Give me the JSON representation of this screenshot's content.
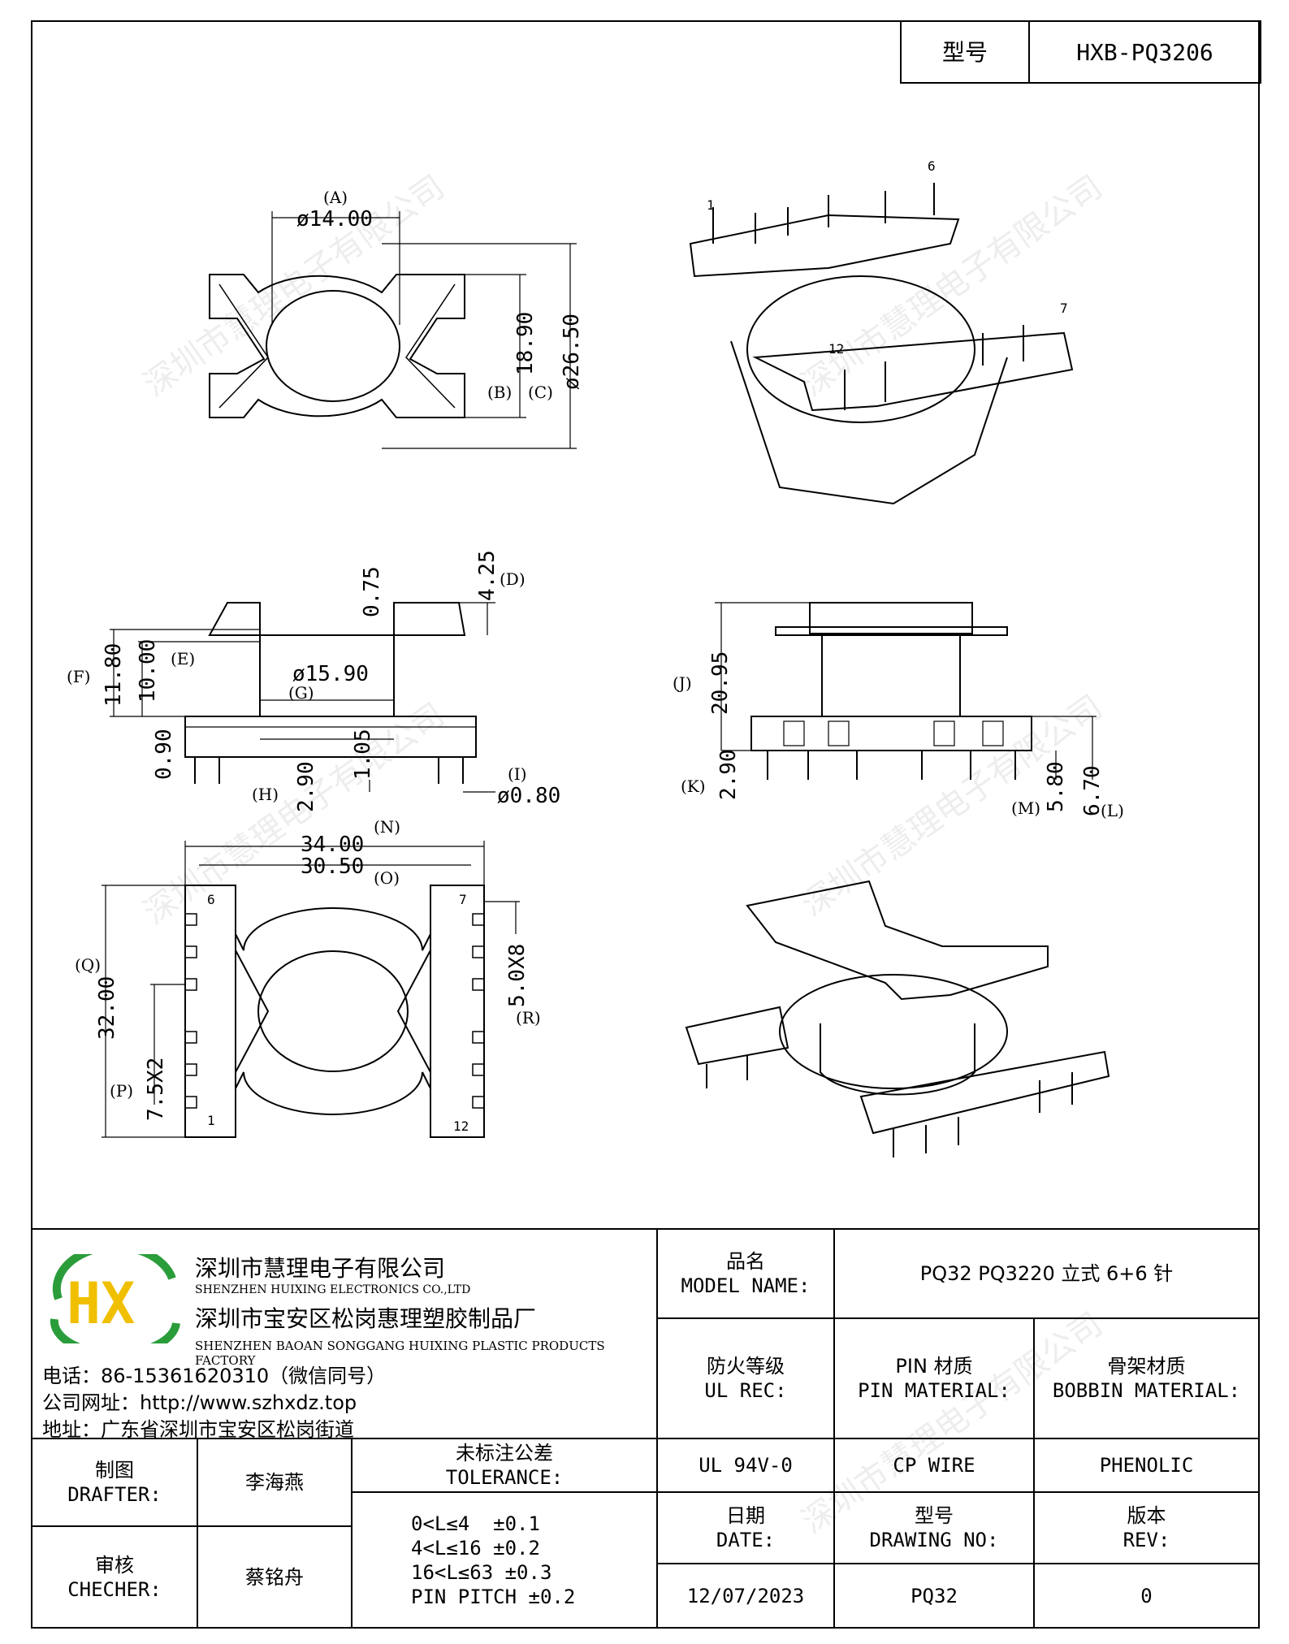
{
  "title_block_top": {
    "model_label": "型号",
    "model_value": "HXB-PQ3206"
  },
  "watermark": "深圳市慧理电子有限公司",
  "drawing": {
    "top_view": {
      "a_label": "(A)",
      "a_value": "ø14.00",
      "b_label": "(B)",
      "b_value": "18.90",
      "c_label": "(C)",
      "c_value": "ø26.50"
    },
    "front_view": {
      "d_label": "(D)",
      "d_value": "4.25",
      "top_gap": "0.75",
      "e_label": "(E)",
      "e_value": "10.00",
      "f_label": "(F)",
      "f_value": "11.80",
      "g_label": "(G)",
      "g_value": "ø15.90",
      "bottom_left": "0.90",
      "h_label": "(H)",
      "h_value": "2.90",
      "mid_value": "1.05",
      "i_label": "(I)",
      "i_value": "ø0.80"
    },
    "side_view": {
      "j_label": "(J)",
      "j_value": "20.95",
      "k_label": "(K)",
      "k_value": "2.90",
      "m_label": "(M)",
      "m_value": "5.80",
      "l_label": "(L)",
      "l_value": "6.70"
    },
    "bottom_view": {
      "n_label": "(N)",
      "n_value": "34.00",
      "o_label": "(O)",
      "o_value": "30.50",
      "q_label": "(Q)",
      "q_value": "32.00",
      "p_label": "(P)",
      "p_value": "7.5X2",
      "r_label": "(R)",
      "r_value": "5.0X8",
      "pin_6": "6",
      "pin_7": "7",
      "pin_1": "1",
      "pin_12": "12"
    },
    "iso_view": {
      "pin_1": "1",
      "pin_6": "6",
      "pin_7": "7",
      "pin_12": "12"
    }
  },
  "company": {
    "logo_text": "HX",
    "name_cn": "深圳市慧理电子有限公司",
    "name_en": "SHENZHEN HUIXING ELECTRONICS CO.,LTD",
    "factory_cn": "深圳市宝安区松岗惠理塑胶制品厂",
    "factory_en": "SHENZHEN BAOAN SONGGANG HUIXING PLASTIC PRODUCTS FACTORY",
    "phone": "电话：86-15361620310（微信同号）",
    "website": "公司网址：http://www.szhxdz.top",
    "address": "地址：广东省深圳市宝安区松岗街道"
  },
  "title_block": {
    "model_name_cn": "品名",
    "model_name_en": "MODEL NAME:",
    "model_name_value": "PQ32 PQ3220 立式 6+6 针",
    "ul_cn": "防火等级",
    "ul_en": "UL REC:",
    "pin_cn": "PIN 材质",
    "pin_en": "PIN MATERIAL:",
    "bobbin_cn": "骨架材质",
    "bobbin_en": "BOBBIN MATERIAL:",
    "ul_value": "UL 94V-0",
    "pin_value": "CP WIRE",
    "bobbin_value": "PHENOLIC",
    "date_cn": "日期",
    "date_en": "DATE:",
    "drawing_cn": "型号",
    "drawing_en": "DRAWING NO:",
    "rev_cn": "版本",
    "rev_en": "REV:",
    "date_value": "12/07/2023",
    "drawing_value": "PQ32",
    "rev_value": "0",
    "drafter_cn": "制图",
    "drafter_en": "DRAFTER:",
    "drafter_name": "李海燕",
    "checker_cn": "审核",
    "checker_en": "CHECHER:",
    "checker_name": "蔡铭舟",
    "tolerance_cn": "未标注公差",
    "tolerance_en": "TOLERANCE:",
    "tolerance_lines": [
      "0<L≤4  ±0.1",
      "4<L≤16 ±0.2",
      "16<L≤63 ±0.3",
      "PIN PITCH ±0.2"
    ]
  }
}
